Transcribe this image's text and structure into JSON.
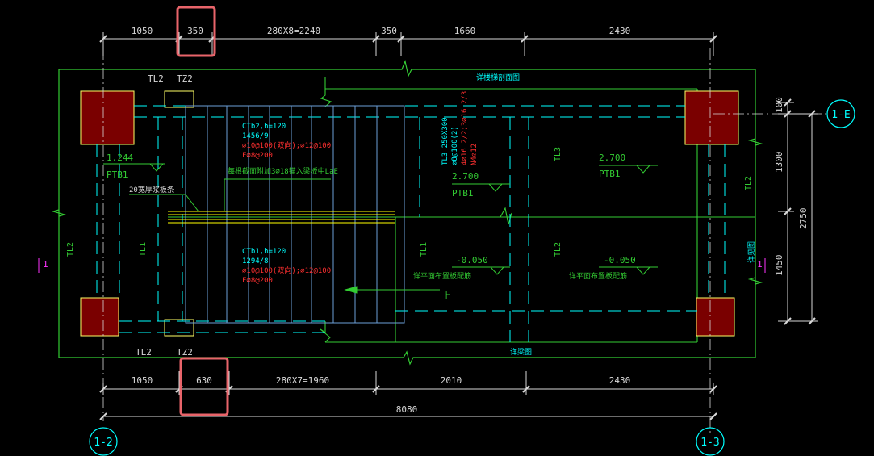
{
  "colors": {
    "background": "#000000",
    "outline": "#33cc33",
    "dim": "#d8d8d8",
    "column_fill": "#7a0000",
    "column_edge": "#ffff66",
    "stair": "#6c9fd8",
    "cyan": "#00ffff",
    "red": "#ff3030",
    "yellow": "#ffff00",
    "magenta": "#ff33ff",
    "highlight": "#e8646a"
  },
  "dims": {
    "top": [
      "1050",
      "350",
      "280X8=2240",
      "350",
      "1660",
      "2430"
    ],
    "bottom": [
      "1050",
      "630",
      "280X7=1960",
      "2010",
      "2430"
    ],
    "total": "8080",
    "right_a": [
      "100",
      "1300",
      "1450"
    ],
    "right_b": "2750"
  },
  "axes": {
    "a": "1-2",
    "b": "1-3",
    "c": "1-E"
  },
  "section_marks": [
    "1",
    "1"
  ],
  "labels": {
    "tl2_top": "TL2",
    "tz2_top": "TZ2",
    "tl2_bottom": "TL2",
    "tz2_bottom": "TZ2",
    "tl2_left": "TL2",
    "tl1_left": "TL1",
    "tl1_mid": "TL1",
    "tl2_mid": "TL2",
    "tl3_vert": "TL3",
    "tl2_right": "TL2",
    "right_side_note": "详见图",
    "ptb1_left_elev": "1.244",
    "ptb1_left": "PTB1",
    "ptb1_mid_elev": "2.700",
    "ptb1_mid": "PTB1",
    "ptb1_right_elev": "2.700",
    "ptb1_right": "PTB1",
    "plate_width_note": "20宽厚浆板条",
    "rebar_note": "每根截面附加3⌀18锚入梁板中LaE",
    "upper_flight": [
      "CTb2,h=120",
      "1456/9",
      "⌀10@100(双向);⌀12@100",
      "F⌀8@200"
    ],
    "lower_flight": [
      "CTb1,h=120",
      "1294/8",
      "⌀10@100(双向);⌀12@100",
      "F⌀8@200"
    ],
    "beam_tl3": [
      "TL3 250X300",
      "⌀8@100(2)",
      "4⌀16 2/2;3⌀16 2/3",
      "N4⌀12"
    ],
    "slab_elev_mid": "-0.050",
    "slab_note_mid": "详平面布置板配筋",
    "slab_elev_right": "-0.050",
    "slab_note_right": "详平面布置板配筋",
    "up_arrow": "上",
    "detail_top": "详楼梯剖面图",
    "detail_bottom": "详梁图"
  }
}
